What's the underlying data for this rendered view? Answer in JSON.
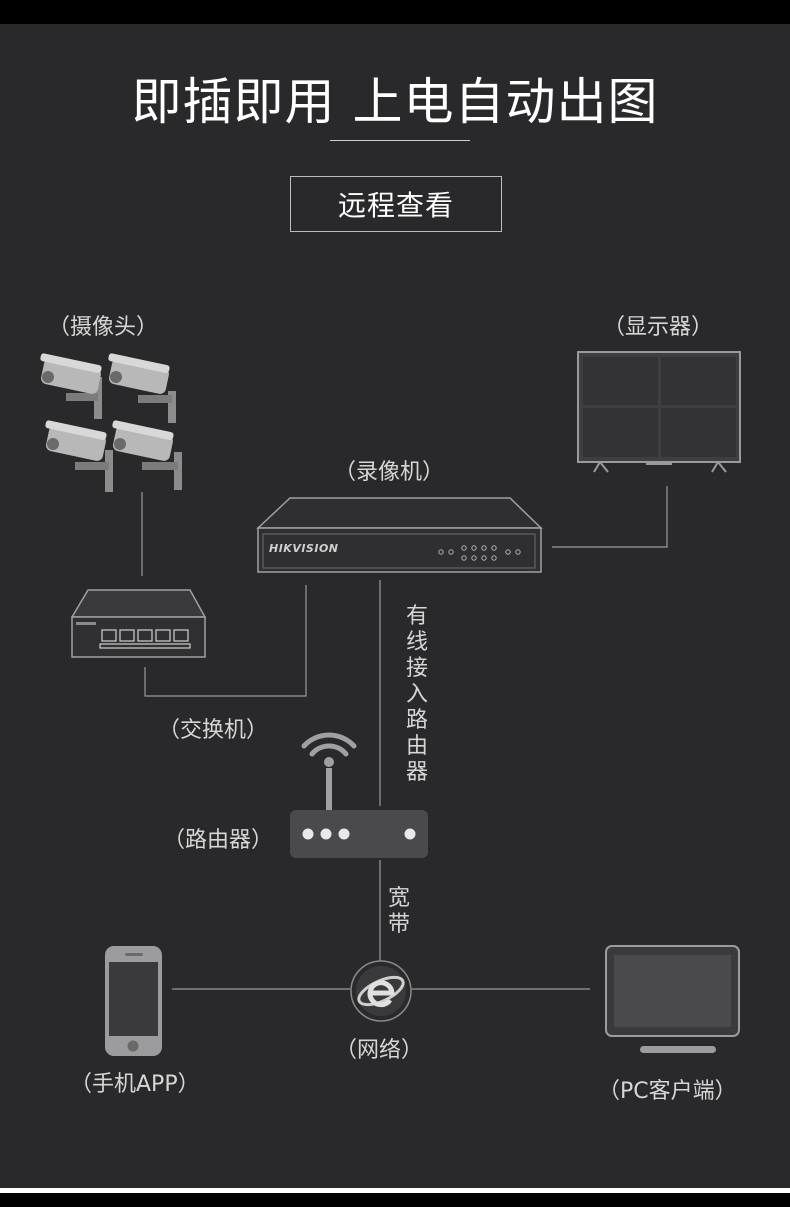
{
  "title": "即插即用 上电自动出图",
  "subtitle": "远程查看",
  "nodes": {
    "camera": "（摄像头）",
    "monitor": "（显示器）",
    "nvr": "（录像机）",
    "nvr_brand": "HIKVISION",
    "switch": "（交换机）",
    "router": "（路由器）",
    "network": "（网络）",
    "phone": "（手机APP）",
    "pc": "（PC客户端）"
  },
  "edges": {
    "wired_router": [
      "有",
      "线",
      "接",
      "入",
      "路",
      "由",
      "器"
    ],
    "broadband": [
      "宽",
      "带"
    ]
  },
  "icons": {
    "camera": "cctv-camera-icon",
    "monitor": "monitor-icon",
    "nvr": "nvr-icon",
    "switch": "poe-switch-icon",
    "router": "wifi-router-icon",
    "network": "internet-explorer-icon",
    "phone": "smartphone-icon",
    "pc": "pc-monitor-icon"
  }
}
